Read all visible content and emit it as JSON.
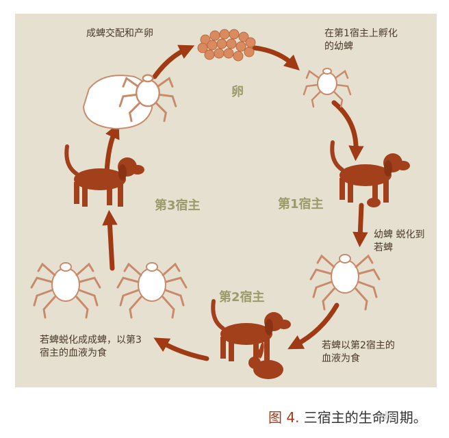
{
  "labels": {
    "adult_mating": "成蜱交配和产卵",
    "egg": "卵",
    "larva_hatch": "在第1宿主上孵化\n的幼蜱",
    "host1": "第1宿主",
    "larva_molt": "幼蜱 蜕化到\n若蜱",
    "host2": "第2宿主",
    "nymph_feed": "若蜱以第2宿主的\n血液为食",
    "host3": "第3宿主",
    "nymph_molt": "若蜱蜕化成成蜱，以第3\n宿主的血液为食"
  },
  "caption": {
    "number": "图 4.",
    "text": " 三宿主的生命周期。"
  },
  "watermark": "dy",
  "colors": {
    "background": "#e6e0d0",
    "arrow": "#a03a14",
    "animal": "#a2401c",
    "host_label": "#9a9a6a",
    "egg": "#d98a5e"
  }
}
